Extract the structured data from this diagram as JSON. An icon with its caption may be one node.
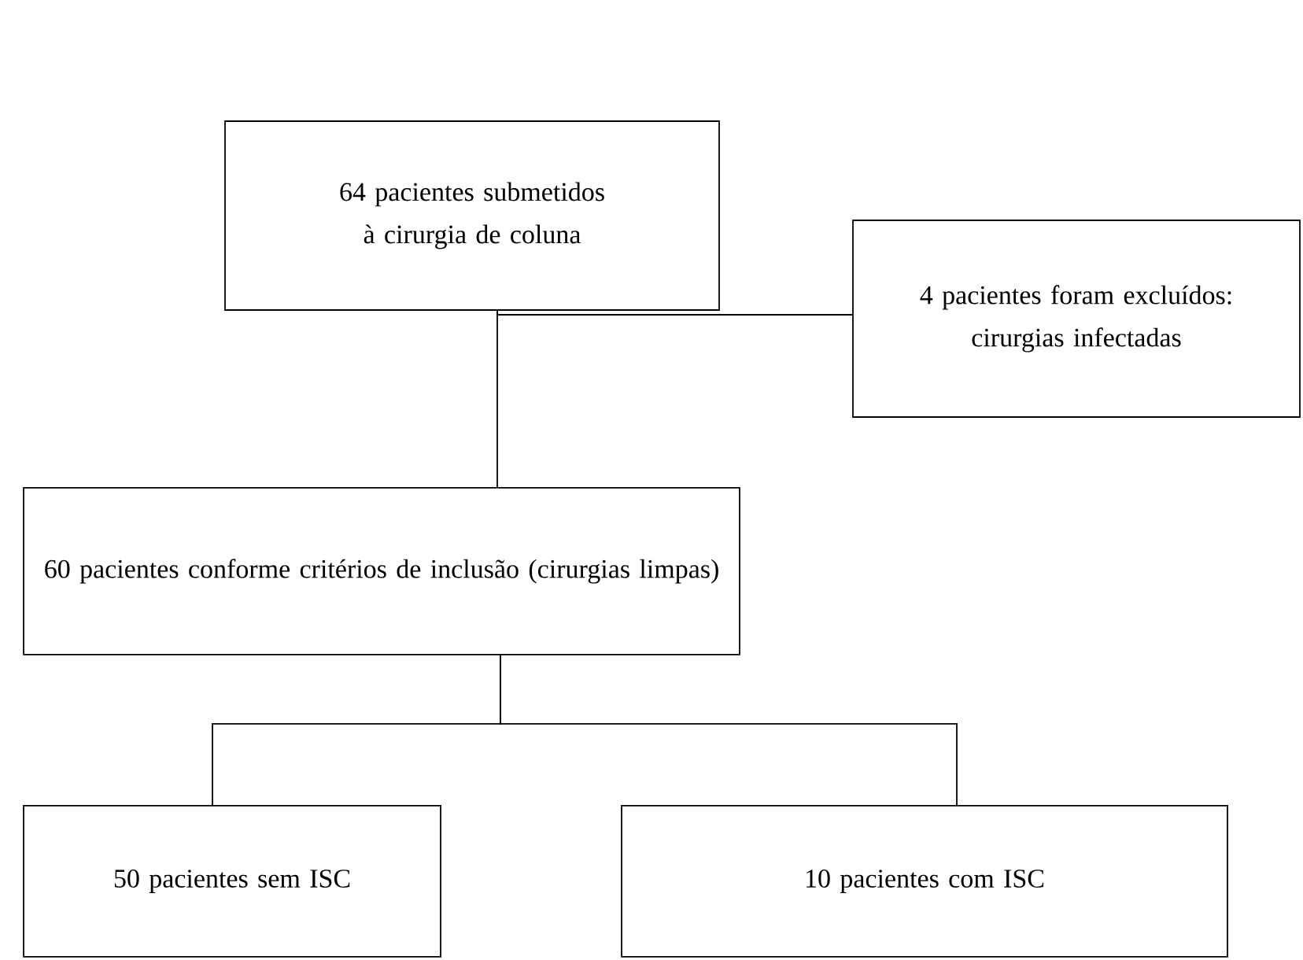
{
  "diagram": {
    "nodes": [
      {
        "text": [
          "64 pacientes submetidos à cirurgia de coluna"
        ]
      },
      {
        "text": [
          "4 pacientes foram excluídos: cirurgias infectadas"
        ]
      },
      {
        "text": [
          "60 pacientes conforme critérios de inclusão (cirurgias limpas)"
        ]
      },
      {
        "text": [
          "50 pacientes sem ISC"
        ]
      },
      {
        "text": [
          "10 pacientes com ISC"
        ]
      }
    ],
    "edges": [
      {
        "from": 0,
        "to": 2,
        "arrow": "none"
      },
      {
        "from": 0,
        "to": 1,
        "arrow": "none"
      },
      {
        "from": 2,
        "to": 3,
        "arrow": "none"
      },
      {
        "from": 2,
        "to": 4,
        "arrow": "none"
      }
    ]
  }
}
